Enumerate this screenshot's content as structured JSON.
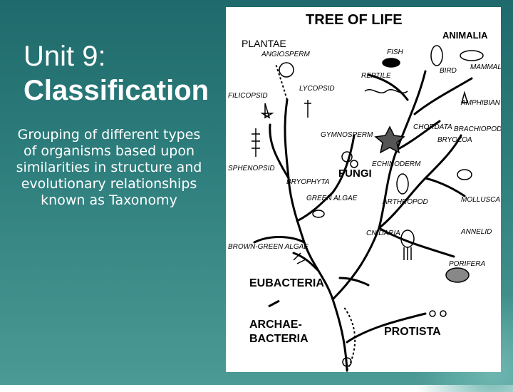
{
  "slide": {
    "title_line1": "Unit 9:",
    "title_line2": "Classification",
    "description": "Grouping of different types of organisms based upon similarities in structure and evolutionary relationships known as Taxonomy"
  },
  "tree": {
    "title": "TREE OF LIFE",
    "kingdoms": {
      "plantae": "PLANTAE",
      "animalia": "ANIMALIA",
      "fungi": "FUNGI",
      "eubacteria": "EUBACTERIA",
      "archaebacteria_1": "ARCHAE-",
      "archaebacteria_2": "BACTERIA",
      "protista": "PROTISTA"
    },
    "groups": {
      "angiosperm": "ANGIOSPERM",
      "fish": "FISH",
      "bird": "BIRD",
      "mammal": "MAMMAL",
      "reptile": "REPTILE",
      "lycopsid": "LYCOPSID",
      "filicopsid": "FILICOPSID",
      "amphibian": "AMPHIBIAN",
      "chordata": "CHORDATA",
      "brachiopod": "BRACHIOPOD",
      "gymnosperm": "GYMNOSPERM",
      "bryozoa": "BRYOZOA",
      "sphenopsid": "SPHENOPSID",
      "echinoderm": "ECHINODERM",
      "bryophyta": "BRYOPHYTA",
      "green_algae": "GREEN ALGAE",
      "arthropod": "ARTHROPOD",
      "mollusca": "MOLLUSCA",
      "annelid": "ANNELID",
      "cnidaria": "CNIDARIA",
      "brown_green_algae": "BROWN-GREEN ALGAE",
      "porifera": "PORIFERA"
    }
  }
}
